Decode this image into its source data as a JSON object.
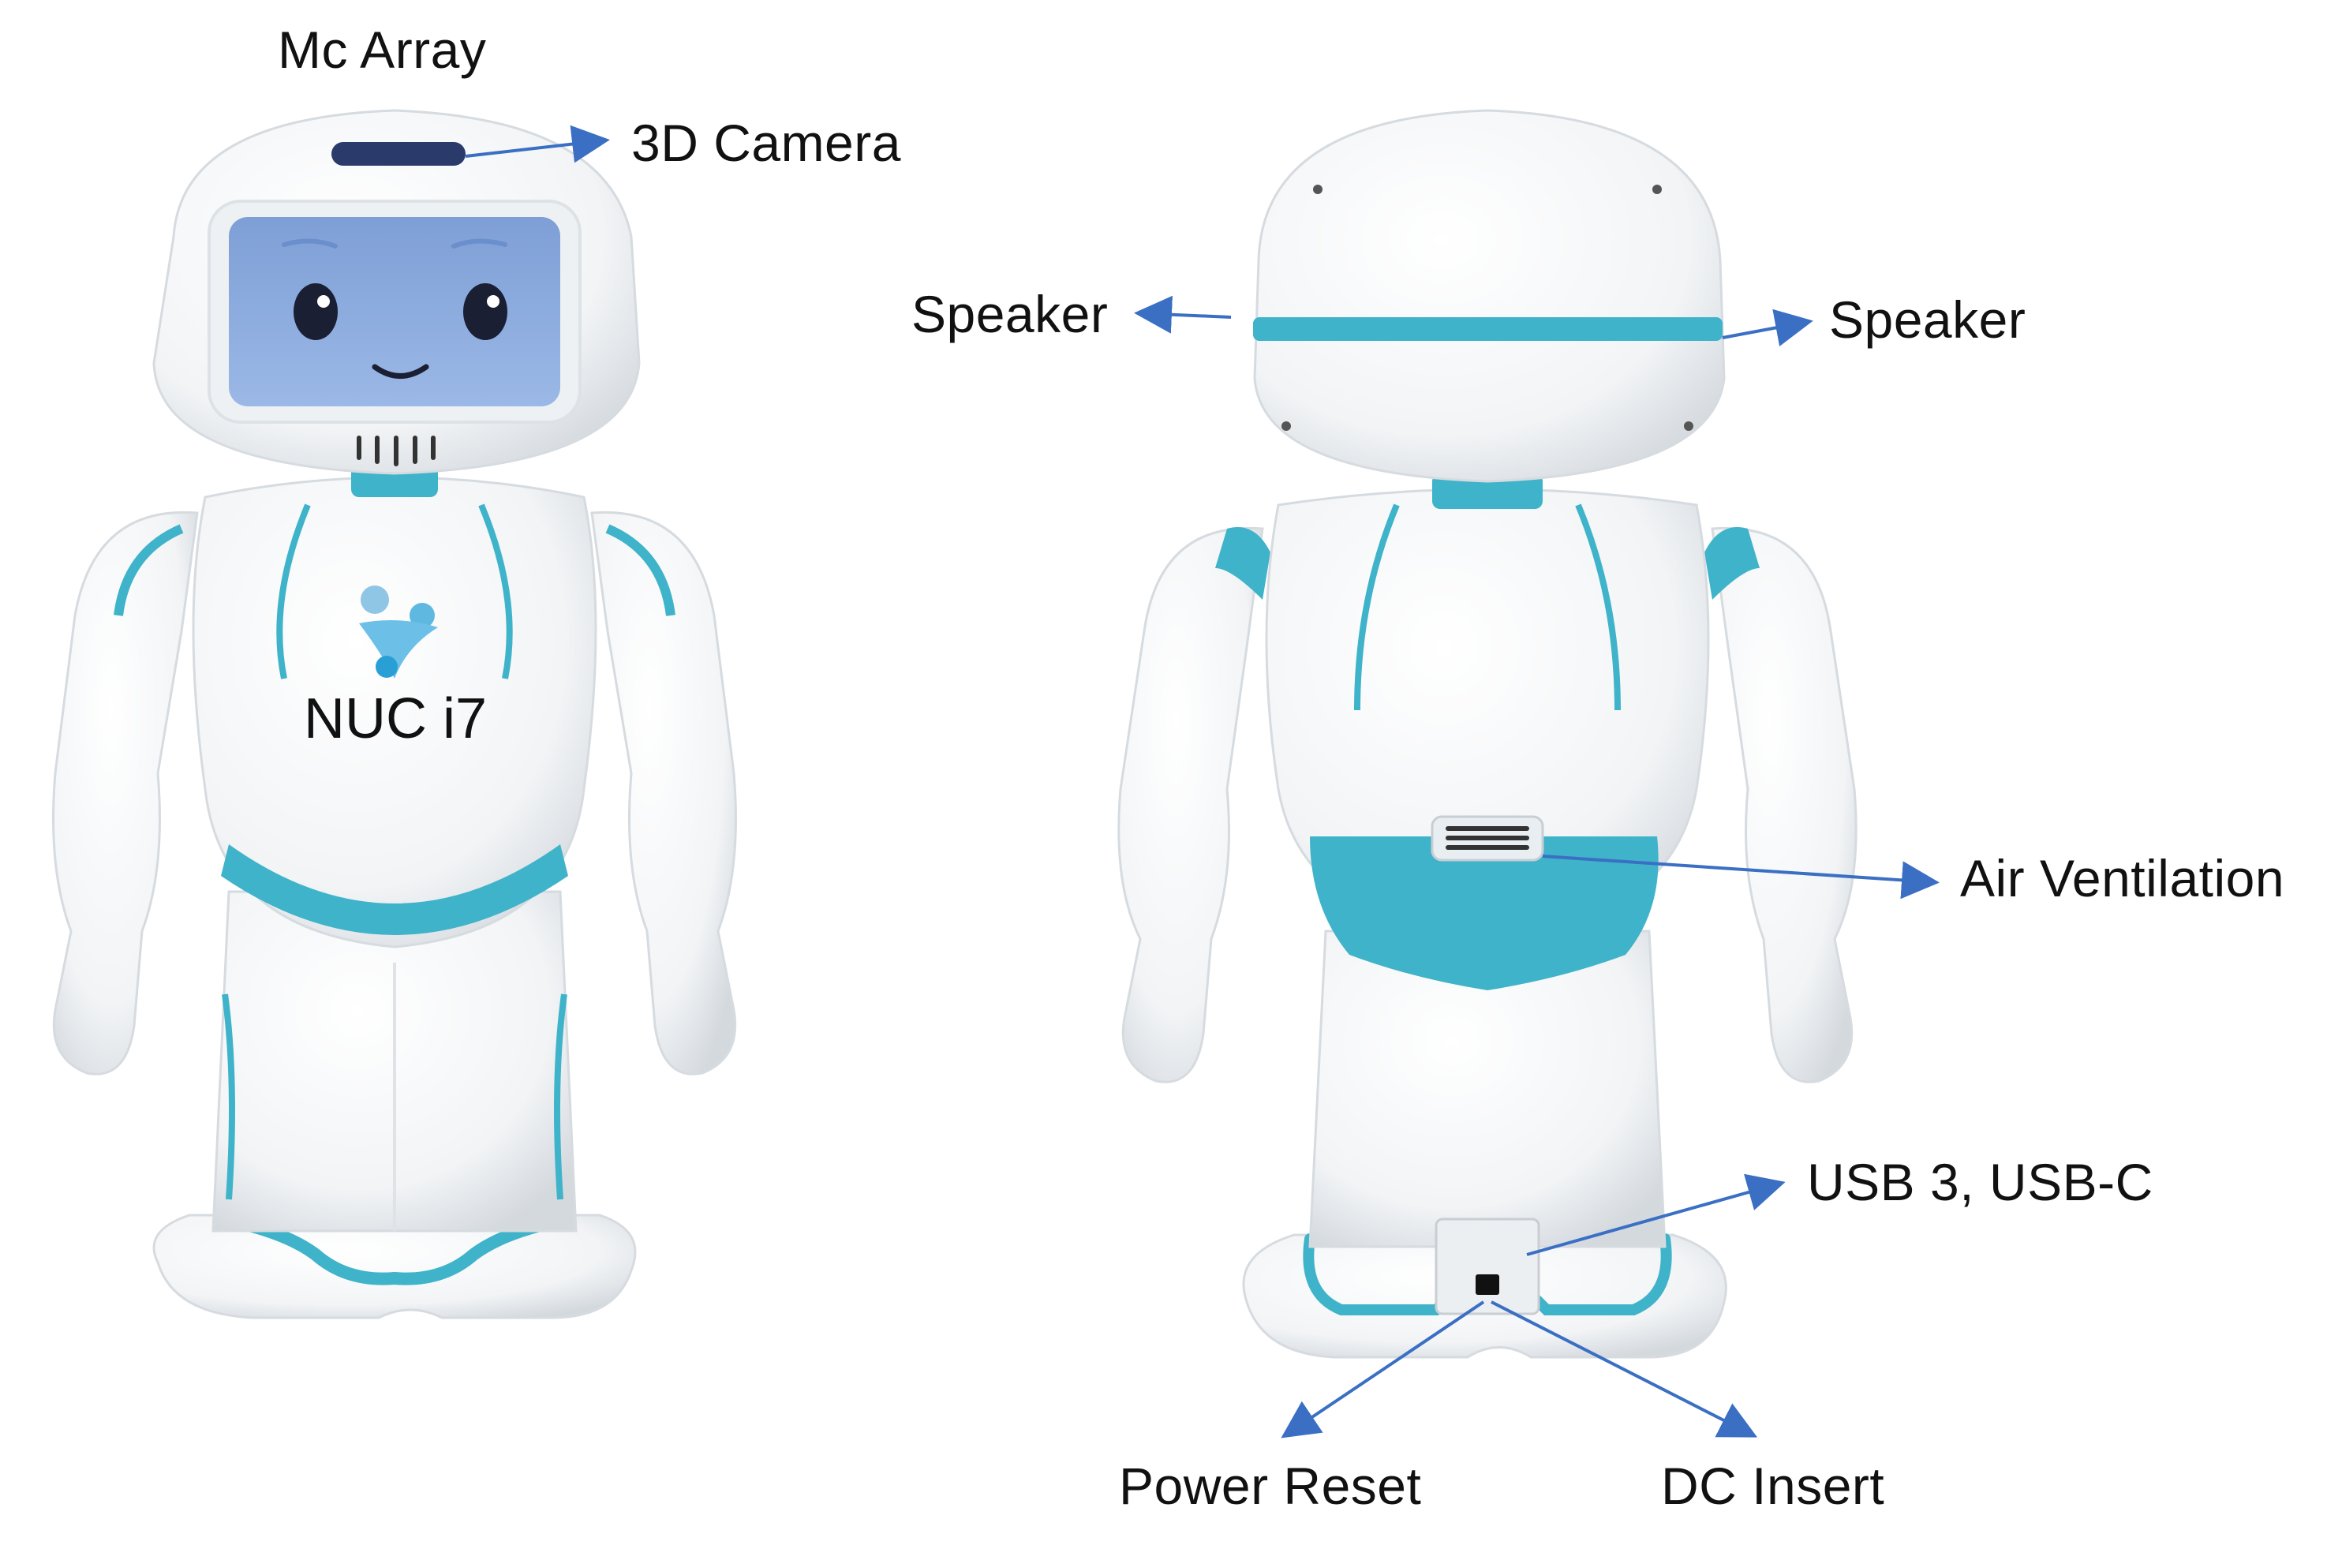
{
  "colors": {
    "robot_body": "#f6f7f8",
    "robot_shade": "#d9dde1",
    "teal": "#3fb3c9",
    "screen": "#8aa9dc",
    "arrow": "#3a6fc4",
    "text": "#111111"
  },
  "front_view": {
    "labels": {
      "mic_array": "Mc Array",
      "camera": "3D Camera",
      "computer": "NUC i7"
    }
  },
  "back_view": {
    "labels": {
      "speaker_left": "Speaker",
      "speaker_right": "Speaker",
      "air_ventilation": "Air Ventilation",
      "usb": "USB 3, USB-C",
      "power_reset": "Power Reset",
      "dc_insert": "DC Insert"
    }
  }
}
